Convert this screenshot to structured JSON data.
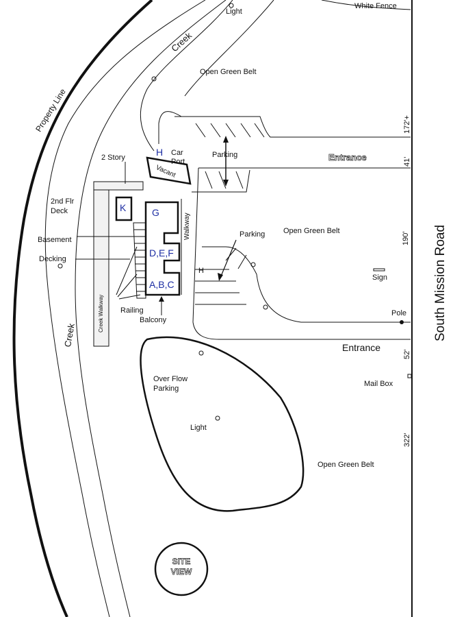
{
  "map": {
    "road_name": "South Mission Road",
    "labels": {
      "light_top": "Light",
      "white_fence": "White Fence",
      "creek_top": "Creek",
      "property_line": "Property Line",
      "open_green_belt_top": "Open Green Belt",
      "dim_172": "172'+",
      "dim_41": "41'",
      "dim_190": "190'",
      "dim_52": "52'",
      "dim_322": "322'",
      "parking_top": "Parking",
      "entrance_top": "Entrance",
      "two_story": "2 Story",
      "h_carport": "H",
      "car_port": "Car\nPort",
      "vacant": "Vacant",
      "second_flr_deck": "2nd Flr\nDeck",
      "k": "K",
      "g": "G",
      "walkway": "Walkway",
      "parking_mid": "Parking",
      "open_green_belt_mid": "Open Green Belt",
      "basement": "Basement",
      "decking": "Decking",
      "def": "D,E,F",
      "h_parking": "H",
      "sign": "Sign",
      "abc": "A,B,C",
      "creek_walkway": "Creek Walkway",
      "railing": "Railing",
      "pole": "Pole",
      "balcony": "Balcony",
      "creek_bottom": "Creek",
      "entrance_bottom": "Entrance",
      "over_flow_parking": "Over Flow\nParking",
      "mail_box": "Mail Box",
      "light_mid": "Light",
      "open_green_belt_bottom": "Open Green Belt",
      "site_view": "SITE\nVIEW"
    }
  },
  "colors": {
    "line": "#111111",
    "unit_label": "#1d2ea3",
    "creek_walkway_fill": "#f2f2f2"
  }
}
